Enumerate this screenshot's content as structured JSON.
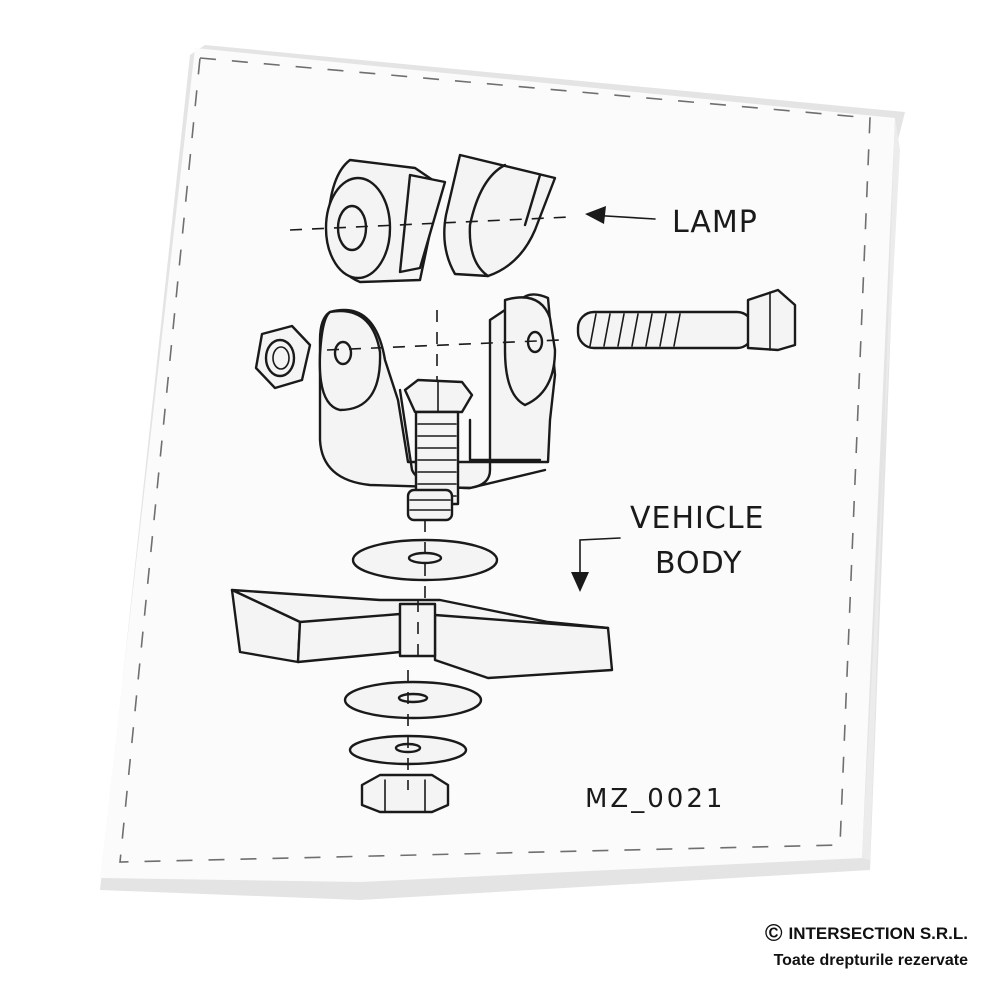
{
  "diagram": {
    "labels": {
      "lamp": "LAMP",
      "vehicle_line1": "VEHICLE",
      "vehicle_line2": "BODY",
      "part_code": "MZ_0021"
    }
  },
  "footer": {
    "copyright_symbol": "©",
    "company": "INTERSECTION S.R.L.",
    "rights": "Toate drepturile rezervate"
  },
  "colors": {
    "ink": "#1a1a1a",
    "paper": "#fbfbfb",
    "shadow": "#e2e2e2"
  }
}
